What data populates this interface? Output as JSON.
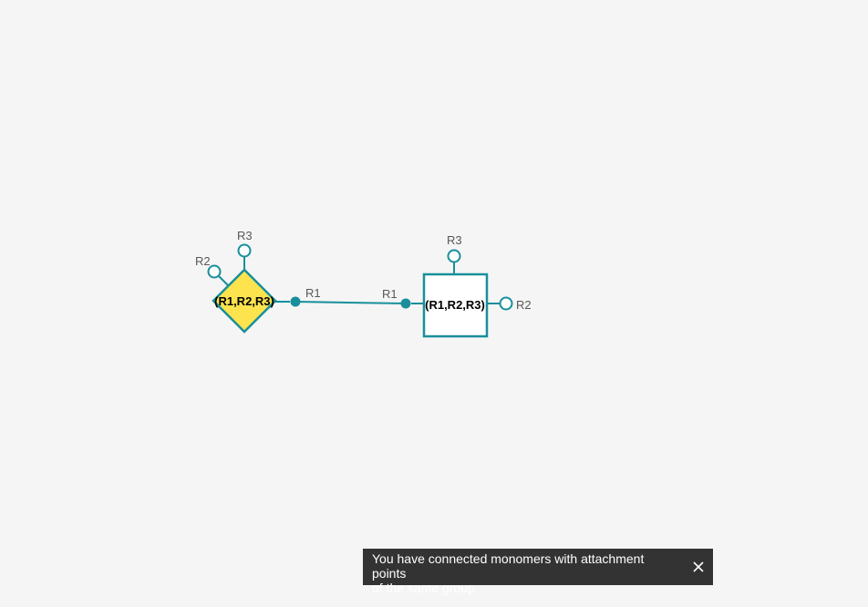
{
  "canvas": {
    "background": "#f5f5f5",
    "accent_color": "#188f9b",
    "diamond_fill": "#fde34e",
    "monomers": [
      {
        "id": "diamond",
        "shape": "diamond",
        "label": "(R1,R2,R3)",
        "attachment_labels": [
          "R1",
          "R2",
          "R3"
        ]
      },
      {
        "id": "square",
        "shape": "square",
        "label": "(R1,R2,R3)",
        "attachment_labels": [
          "R1",
          "R2",
          "R3"
        ]
      }
    ],
    "bond": {
      "from_label": "R1",
      "to_label": "R1"
    }
  },
  "toast": {
    "line1": "You have connected monomers with attachment points",
    "line2": "of the same group",
    "close_icon": "close-icon"
  }
}
